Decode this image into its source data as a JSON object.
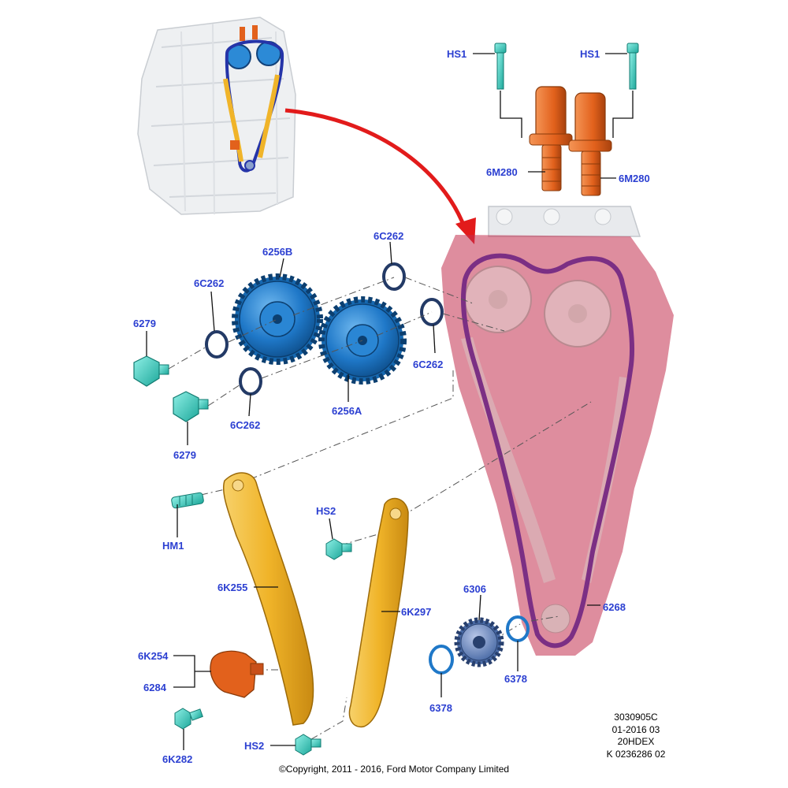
{
  "colors": {
    "label": "#2b3fd1",
    "highlight": "#c2304f",
    "chain": "#7b2f84",
    "sprocket": "#1f78c8",
    "guide": "#f0b429",
    "solenoid": "#e2611c",
    "bolt": "#43d6c8",
    "arrow": "#e21b1b"
  },
  "labels": {
    "hs1_left": "HS1",
    "hs1_right": "HS1",
    "6m280_left": "6M280",
    "6m280_right": "6M280",
    "6c262_top": "6C262",
    "6256b": "6256B",
    "6c262_left": "6C262",
    "6279_top": "6279",
    "6c262_right": "6C262",
    "6256a": "6256A",
    "6c262_bottom": "6C262",
    "6279_bottom": "6279",
    "hm1": "HM1",
    "hs2_mid": "HS2",
    "6k255": "6K255",
    "6k297": "6K297",
    "6306": "6306",
    "6268": "6268",
    "6378_right": "6378",
    "6378_left": "6378",
    "6k254": "6K254",
    "6284": "6284",
    "6k282": "6K282",
    "hs2_bottom": "HS2"
  },
  "reference": {
    "code": "3030905C",
    "date": "01-2016 03",
    "engine": "20HDEX",
    "part_no": "K 0236286 02"
  },
  "copyright": "©Copyright, 2011 - 2016, Ford Motor Company Limited"
}
